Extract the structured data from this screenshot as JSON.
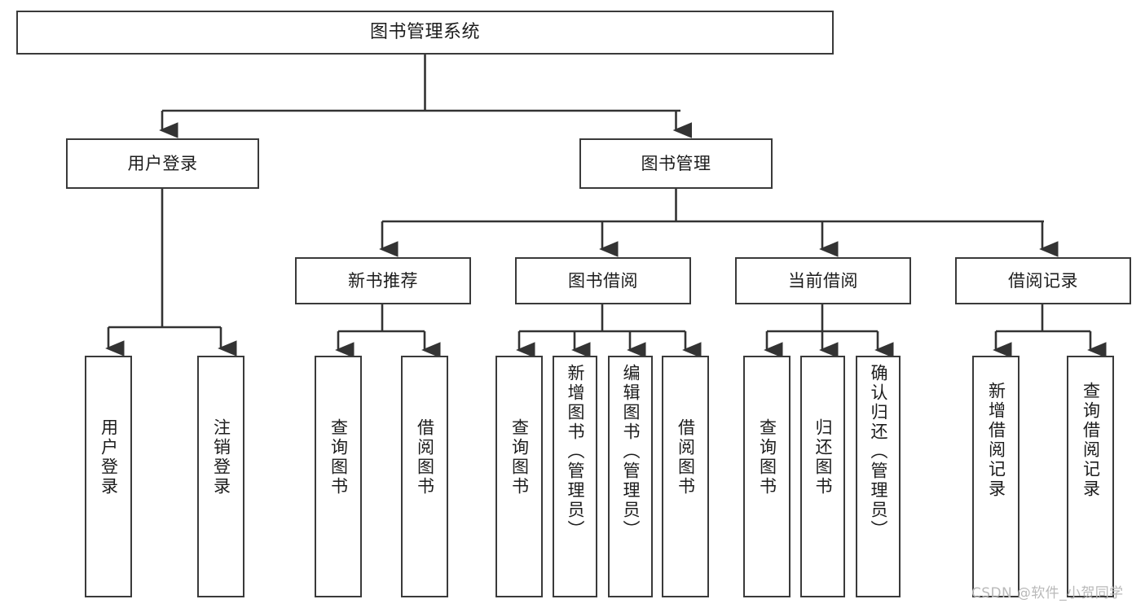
{
  "diagram": {
    "kind": "org-chart",
    "title_node": {
      "id": "root",
      "label": "图书管理系统"
    },
    "level2": [
      {
        "id": "user-login",
        "label": "用户登录"
      },
      {
        "id": "book-manage",
        "label": "图书管理"
      }
    ],
    "level3": [
      {
        "id": "new-book-recommend",
        "label": "新书推荐"
      },
      {
        "id": "book-borrow",
        "label": "图书借阅"
      },
      {
        "id": "current-borrow",
        "label": "当前借阅"
      },
      {
        "id": "borrow-record",
        "label": "借阅记录"
      }
    ],
    "leaves": [
      {
        "id": "leaf-user-login",
        "label": "用户登录"
      },
      {
        "id": "leaf-logout-login",
        "label": "注销登录"
      },
      {
        "id": "leaf-query-book-1",
        "label": "查询图书"
      },
      {
        "id": "leaf-borrow-book-1",
        "label": "借阅图书"
      },
      {
        "id": "leaf-query-book-2",
        "label": "查询图书"
      },
      {
        "id": "leaf-add-book",
        "label": "新增图书（管理员）"
      },
      {
        "id": "leaf-edit-book",
        "label": "编辑图书（管理员）"
      },
      {
        "id": "leaf-borrow-book-2",
        "label": "借阅图书"
      },
      {
        "id": "leaf-query-book-3",
        "label": "查询图书"
      },
      {
        "id": "leaf-return-book",
        "label": "归还图书"
      },
      {
        "id": "leaf-confirm-return",
        "label": "确认归还（管理员）"
      },
      {
        "id": "leaf-add-borrow-record",
        "label": "新增借阅记录"
      },
      {
        "id": "leaf-query-borrow-record",
        "label": "查询借阅记录"
      }
    ],
    "colors": {
      "box_border": "#3a3a3a",
      "box_fill": "#ffffff",
      "text": "#1c1c1c",
      "connector": "#333333",
      "watermark": "#b9b9b9",
      "background": "#ffffff"
    }
  },
  "watermark": {
    "text": "CSDN @软件_小贺同学"
  }
}
